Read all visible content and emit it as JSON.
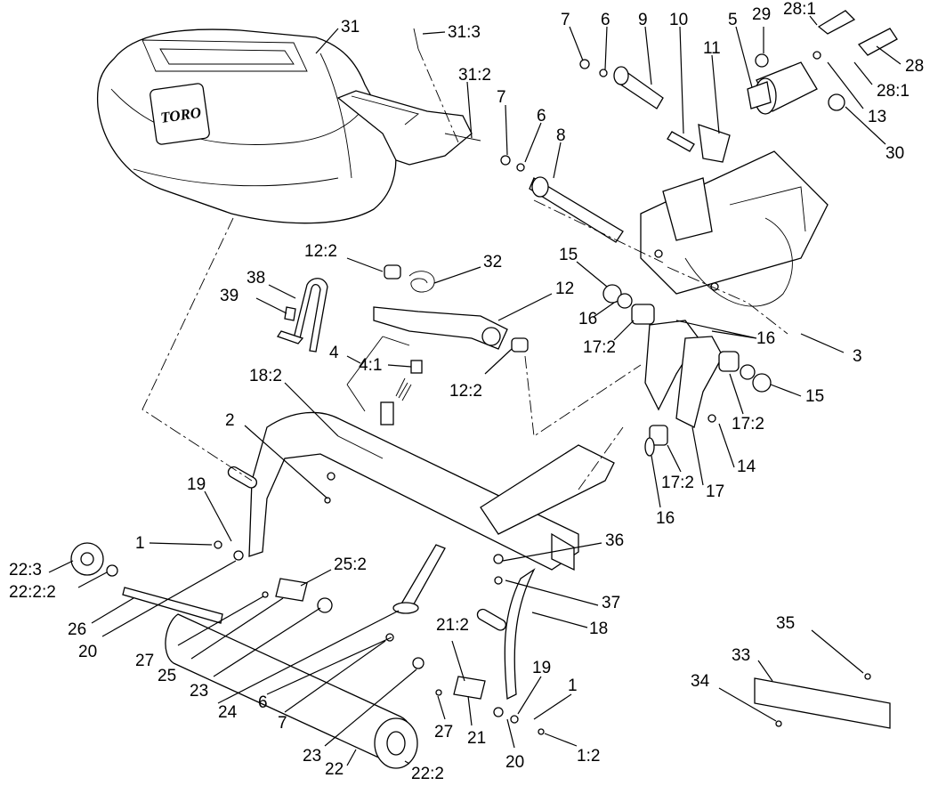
{
  "logo_text": "TORO",
  "callouts": [
    {
      "id": "31",
      "label": "31"
    },
    {
      "id": "31-3",
      "label": "31:3"
    },
    {
      "id": "31-2",
      "label": "31:2"
    },
    {
      "id": "7a",
      "label": "7"
    },
    {
      "id": "6a",
      "label": "6"
    },
    {
      "id": "9",
      "label": "9"
    },
    {
      "id": "10",
      "label": "10"
    },
    {
      "id": "11",
      "label": "11"
    },
    {
      "id": "5",
      "label": "5"
    },
    {
      "id": "29",
      "label": "29"
    },
    {
      "id": "28-1a",
      "label": "28:1"
    },
    {
      "id": "28",
      "label": "28"
    },
    {
      "id": "28-1b",
      "label": "28:1"
    },
    {
      "id": "13",
      "label": "13"
    },
    {
      "id": "30",
      "label": "30"
    },
    {
      "id": "7b",
      "label": "7"
    },
    {
      "id": "6b",
      "label": "6"
    },
    {
      "id": "8",
      "label": "8"
    },
    {
      "id": "12-2a",
      "label": "12:2"
    },
    {
      "id": "32",
      "label": "32"
    },
    {
      "id": "12",
      "label": "12"
    },
    {
      "id": "12-2b",
      "label": "12:2"
    },
    {
      "id": "38",
      "label": "38"
    },
    {
      "id": "39",
      "label": "39"
    },
    {
      "id": "4",
      "label": "4"
    },
    {
      "id": "4-1",
      "label": "4:1"
    },
    {
      "id": "15a",
      "label": "15"
    },
    {
      "id": "16a",
      "label": "16"
    },
    {
      "id": "17-2a",
      "label": "17:2"
    },
    {
      "id": "16b",
      "label": "16"
    },
    {
      "id": "3",
      "label": "3"
    },
    {
      "id": "15b",
      "label": "15"
    },
    {
      "id": "17-2b",
      "label": "17:2"
    },
    {
      "id": "14",
      "label": "14"
    },
    {
      "id": "17-2c",
      "label": "17:2"
    },
    {
      "id": "17",
      "label": "17"
    },
    {
      "id": "16c",
      "label": "16"
    },
    {
      "id": "18-2",
      "label": "18:2"
    },
    {
      "id": "2",
      "label": "2"
    },
    {
      "id": "19a",
      "label": "19"
    },
    {
      "id": "1a",
      "label": "1"
    },
    {
      "id": "22-3",
      "label": "22:3"
    },
    {
      "id": "22-2-2",
      "label": "22:2:2"
    },
    {
      "id": "26",
      "label": "26"
    },
    {
      "id": "20a",
      "label": "20"
    },
    {
      "id": "25-2",
      "label": "25:2"
    },
    {
      "id": "27a",
      "label": "27"
    },
    {
      "id": "25",
      "label": "25"
    },
    {
      "id": "23a",
      "label": "23"
    },
    {
      "id": "36",
      "label": "36"
    },
    {
      "id": "37",
      "label": "37"
    },
    {
      "id": "18",
      "label": "18"
    },
    {
      "id": "24",
      "label": "24"
    },
    {
      "id": "6c",
      "label": "6"
    },
    {
      "id": "7c",
      "label": "7"
    },
    {
      "id": "21-2",
      "label": "21:2"
    },
    {
      "id": "19b",
      "label": "19"
    },
    {
      "id": "1b",
      "label": "1"
    },
    {
      "id": "27b",
      "label": "27"
    },
    {
      "id": "21",
      "label": "21"
    },
    {
      "id": "23b",
      "label": "23"
    },
    {
      "id": "22",
      "label": "22"
    },
    {
      "id": "22-2",
      "label": "22:2"
    },
    {
      "id": "20b",
      "label": "20"
    },
    {
      "id": "1-2",
      "label": "1:2"
    },
    {
      "id": "35",
      "label": "35"
    },
    {
      "id": "33",
      "label": "33"
    },
    {
      "id": "34",
      "label": "34"
    }
  ]
}
